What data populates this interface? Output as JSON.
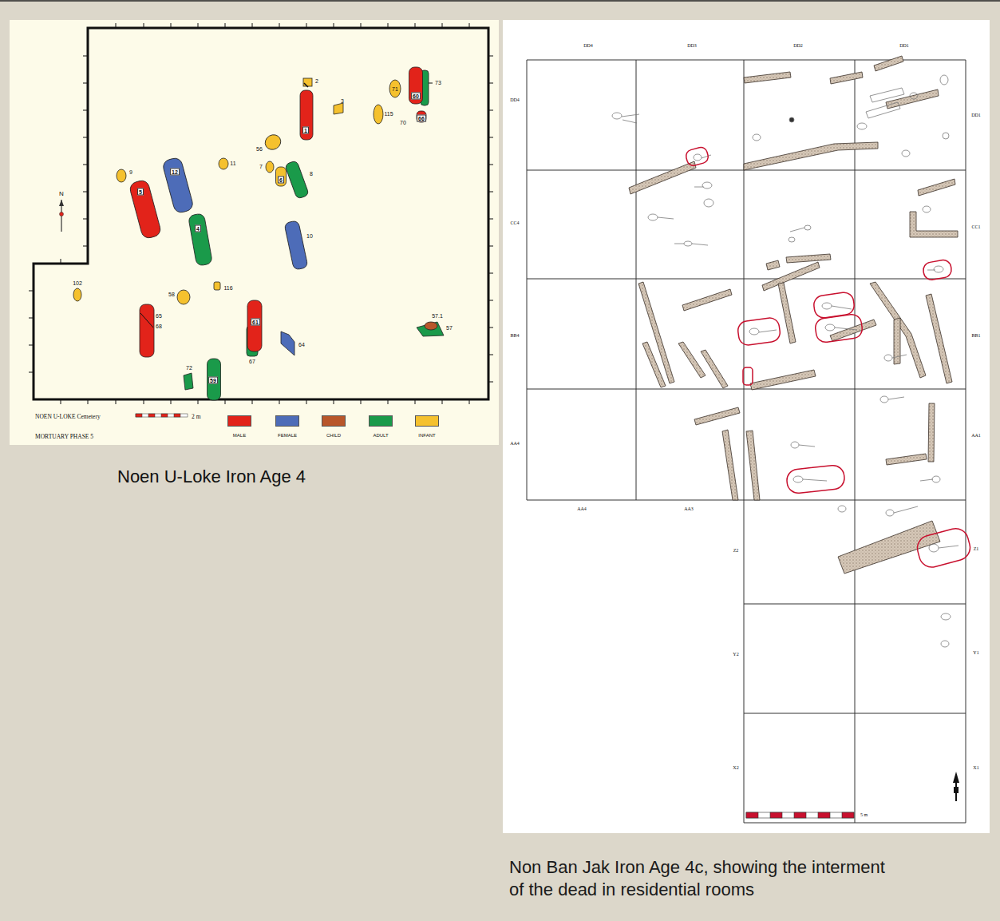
{
  "diagram": {
    "nodes": [
      {
        "text": [
          "1"
        ]
      },
      {
        "text": [
          "60"
        ]
      },
      {
        "text": [
          "66"
        ]
      },
      {
        "text": [
          "12"
        ]
      },
      {
        "text": [
          "5"
        ]
      },
      {
        "text": [
          "6"
        ]
      },
      {
        "text": [
          "4"
        ]
      },
      {
        "text": [
          "61"
        ]
      },
      {
        "text": [
          "59"
        ]
      }
    ],
    "labels": [
      "2",
      "3",
      "71",
      "73",
      "115",
      "70",
      "56",
      "11",
      "9",
      "7",
      "8",
      "10",
      "102",
      "58",
      "116",
      "65",
      "68",
      "67",
      "64",
      "57.1",
      "57",
      "72",
      "N",
      "NOEN U-LOKE Cemetery",
      "2 m",
      "MORTUARY PHASE 5",
      "DD4",
      "DD3",
      "DD2",
      "DD1",
      "DD4",
      "CC4",
      "BB4",
      "AA4",
      "DD1",
      "CC1",
      "BB1",
      "AA1",
      "AA4",
      "AA3",
      "Z2",
      "Z1",
      "Y2",
      "Y1",
      "X2",
      "X1",
      "5 m",
      "Noen U-Loke Iron Age 4",
      "Non Ban Jak Iron Age 4c, showing the interment of the dead in residential rooms"
    ],
    "legend": [
      {
        "text": "MALE",
        "color": "#e2231a"
      },
      {
        "text": "FEMALE",
        "color": "#4d6cb8"
      },
      {
        "text": "CHILD",
        "color": "#b8562a"
      },
      {
        "text": "ADULT",
        "color": "#1a9a4a"
      },
      {
        "text": "INFANT",
        "color": "#f5c12e"
      }
    ]
  }
}
